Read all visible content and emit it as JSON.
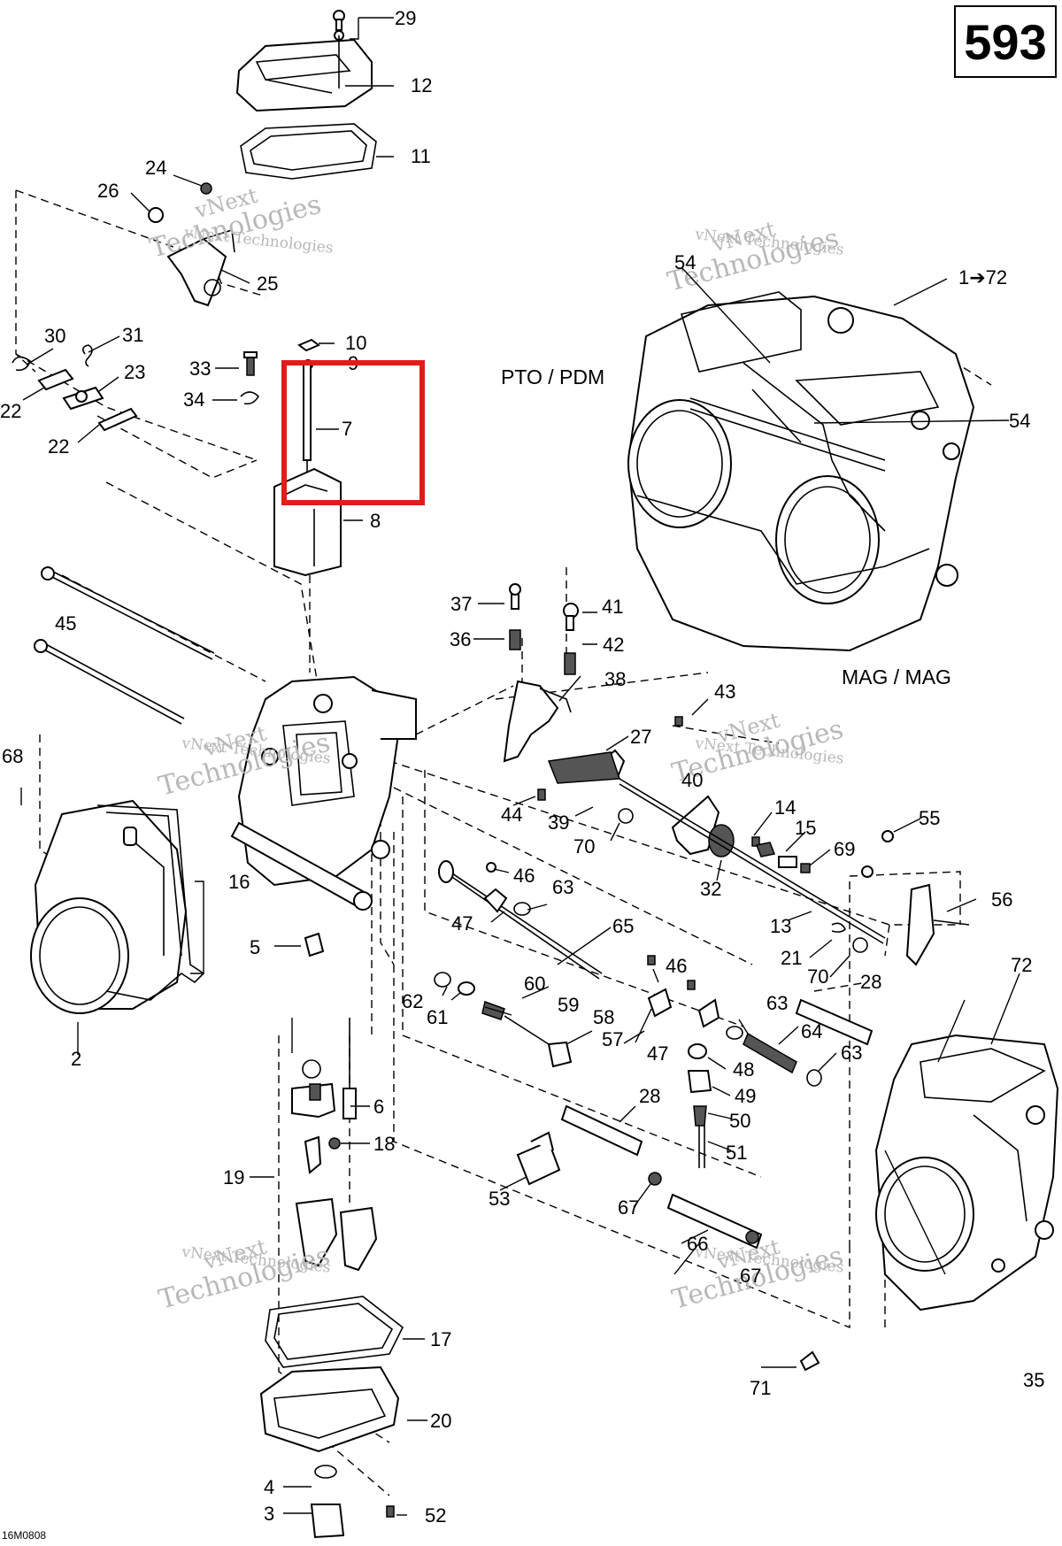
{
  "page_number": "593",
  "document_ref": "16M0808",
  "watermark": {
    "line1": "vNext",
    "line2": "Technologies",
    "line_full": "vNext Technologies"
  },
  "captions": {
    "pto": "PTO / PDM",
    "mag": "MAG / MAG"
  },
  "callouts": [
    "29",
    "12",
    "11",
    "24",
    "26",
    "25",
    "1➔72",
    "54",
    "54",
    "10",
    "9",
    "30",
    "31",
    "33",
    "23",
    "7",
    "34",
    "22",
    "22",
    "8",
    "45",
    "37",
    "41",
    "36",
    "42",
    "38",
    "43",
    "27",
    "68",
    "40",
    "44",
    "39",
    "14",
    "15",
    "55",
    "70",
    "16",
    "69",
    "32",
    "46",
    "63",
    "56",
    "47",
    "65",
    "13",
    "5",
    "21",
    "70",
    "28",
    "72",
    "46",
    "62",
    "60",
    "61",
    "59",
    "58",
    "63",
    "64",
    "57",
    "47",
    "2",
    "48",
    "63",
    "6",
    "28",
    "49",
    "18",
    "50",
    "19",
    "51",
    "53",
    "67",
    "66",
    "67",
    "35",
    "17",
    "71",
    "20",
    "4",
    "3",
    "52"
  ],
  "highlight": {
    "color": "#e21b1b",
    "target_part": "7"
  },
  "colors": {
    "line": "#000000",
    "watermark": "#b8b8b8",
    "background": "#ffffff"
  }
}
